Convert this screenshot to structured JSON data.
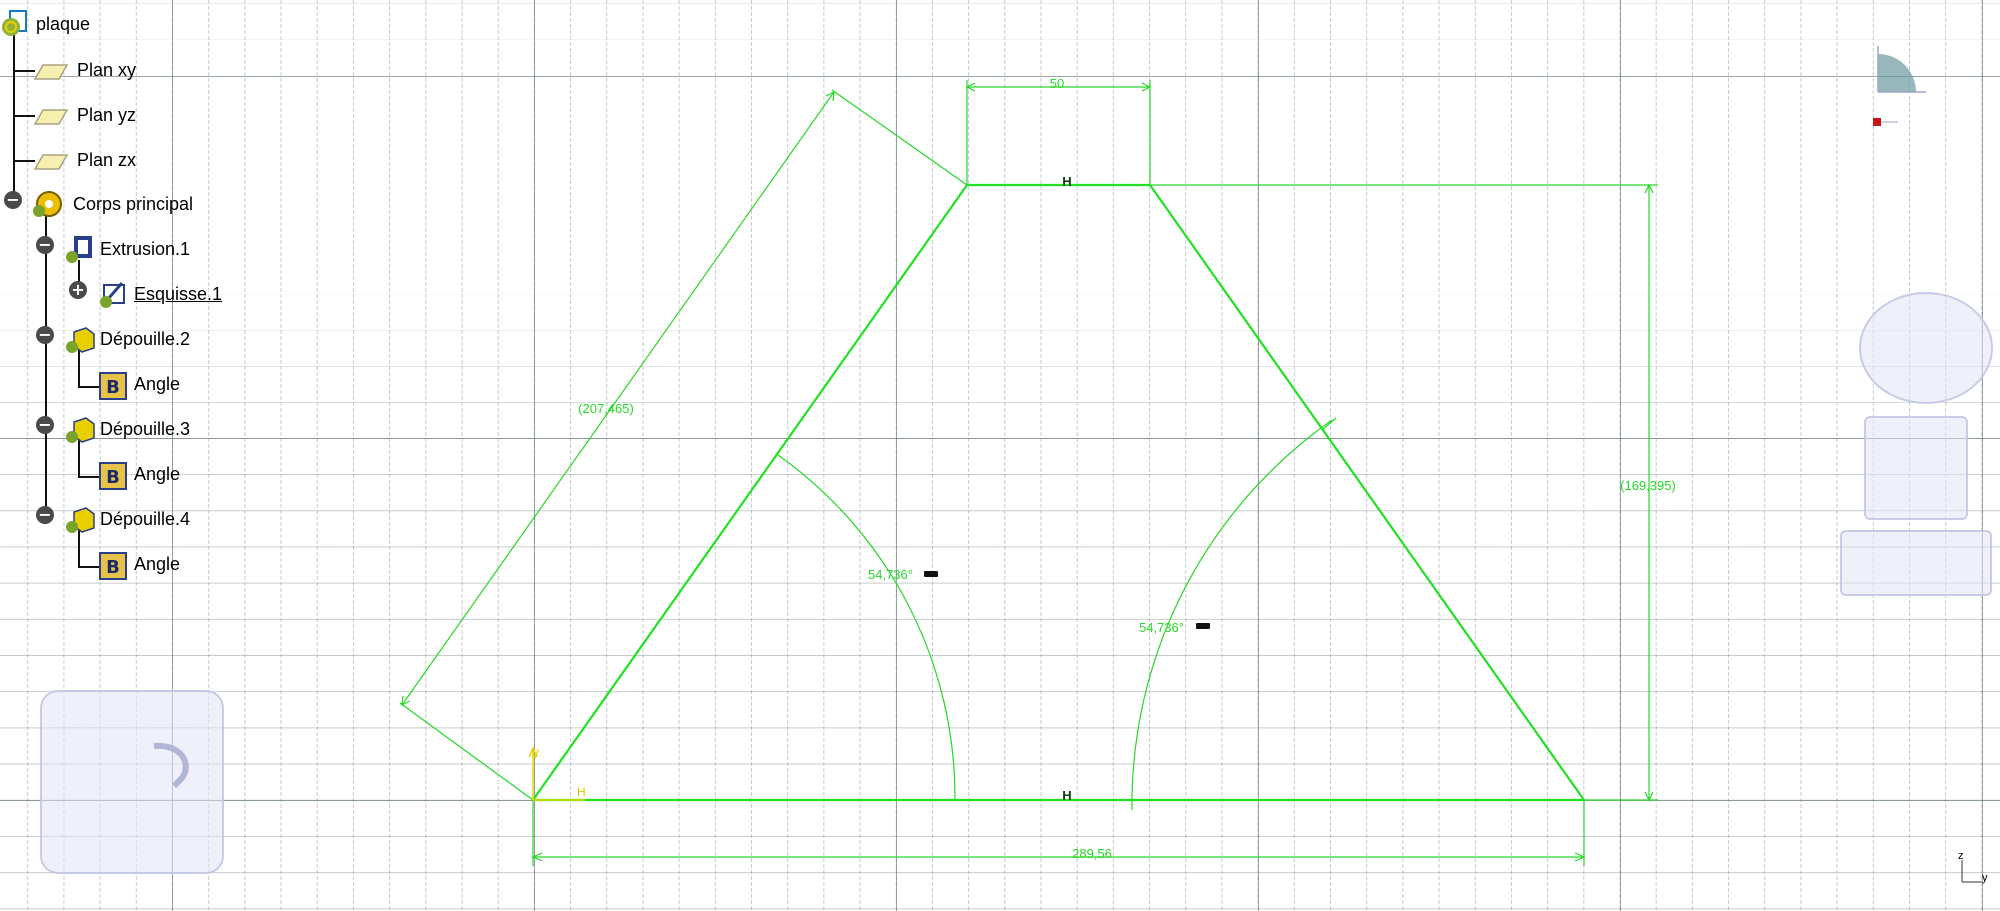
{
  "tree": {
    "root": "plaque",
    "planes": [
      "Plan xy",
      "Plan yz",
      "Plan zx"
    ],
    "body": "Corps principal",
    "features": [
      {
        "label": "Extrusion.1",
        "child": "Esquisse.1"
      },
      {
        "label": "Dépouille.2",
        "child": "Angle"
      },
      {
        "label": "Dépouille.3",
        "child": "Angle"
      },
      {
        "label": "Dépouille.4",
        "child": "Angle"
      }
    ]
  },
  "sketch": {
    "dimensions": {
      "top_width": "50",
      "bottom_width": "289,56",
      "height": "(169,395)",
      "side_length": "(207,465)",
      "left_angle": "54,736°",
      "right_angle": "54,736°"
    },
    "constraint_labels": {
      "horizontal": "H",
      "origin_h": "H",
      "origin_v": "V"
    }
  },
  "axis_labels": {
    "z": "z",
    "y": "y"
  },
  "colors": {
    "sketch_geometry": "#22e022",
    "dimension": "#27d827",
    "axis": "#e8d800",
    "background": "#ffffff"
  }
}
